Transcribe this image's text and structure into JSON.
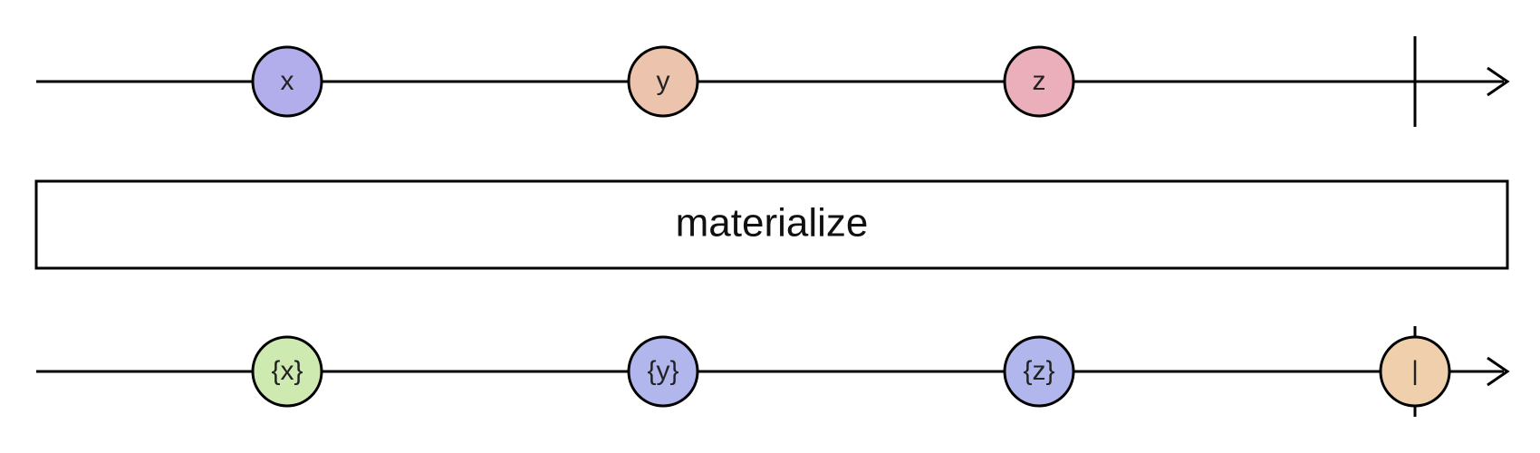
{
  "operator": {
    "label": "materialize"
  },
  "input_stream": {
    "events": [
      {
        "label": "x",
        "color": "#b1aeeb"
      },
      {
        "label": "y",
        "color": "#ecc3ac"
      },
      {
        "label": "z",
        "color": "#eaafba"
      }
    ],
    "completion": {
      "type": "complete-bar"
    }
  },
  "output_stream": {
    "events": [
      {
        "label": "{x}",
        "color": "#cfeab0"
      },
      {
        "label": "{y}",
        "color": "#b1b6ec"
      },
      {
        "label": "{z}",
        "color": "#b1b6ec"
      },
      {
        "label": "|",
        "color": "#efcfac"
      }
    ]
  },
  "colors": {
    "stroke": "#000000",
    "background": "#ffffff"
  }
}
